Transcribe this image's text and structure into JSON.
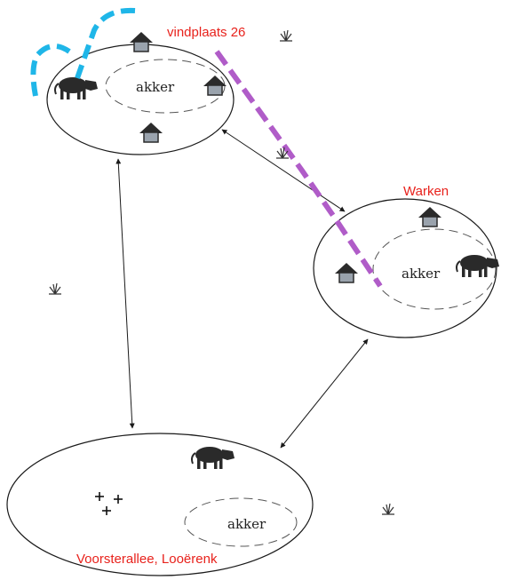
{
  "sites": {
    "top": {
      "label": "vindplaats 26",
      "field_label": "akker"
    },
    "right": {
      "label": "Warken",
      "field_label": "akker"
    },
    "bottom": {
      "label": "Voorsterallee, Looërenk",
      "field_label": "akker"
    }
  },
  "icons": {
    "house": "house-icon",
    "cow": "cow-icon",
    "grass": "grass-tuft-icon",
    "grave": "cross-icon"
  },
  "colors": {
    "label": "#e8221c",
    "cyan_trace": "#1fb6e8",
    "magenta_trace": "#b05cc8",
    "house_fill": "#9aa3ad"
  }
}
